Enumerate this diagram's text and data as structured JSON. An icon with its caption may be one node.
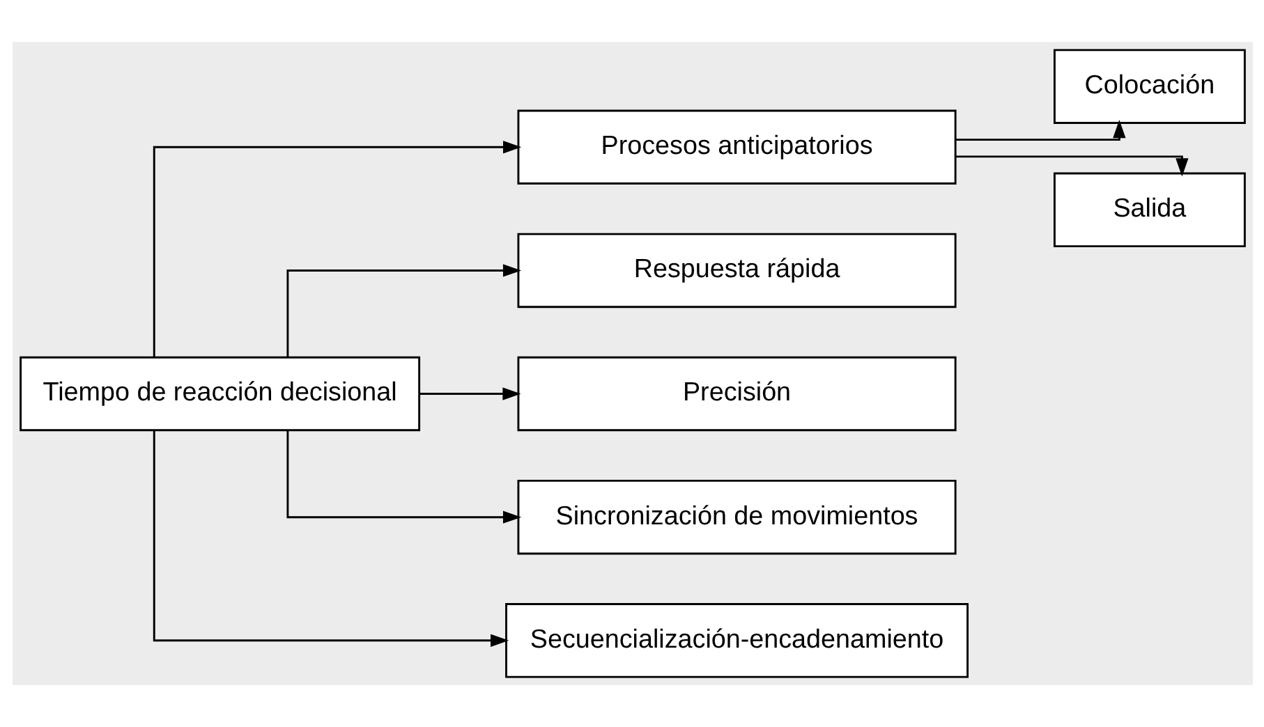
{
  "diagram": {
    "nodes": [
      {
        "text": [
          "Tiempo de reacción decisional"
        ]
      },
      {
        "text": [
          "Procesos anticipatorios"
        ]
      },
      {
        "text": [
          "Respuesta rápida"
        ]
      },
      {
        "text": [
          "Precisión"
        ]
      },
      {
        "text": [
          "Sincronización de movimientos"
        ]
      },
      {
        "text": [
          "Secuencialización-encadenamiento"
        ]
      },
      {
        "text": [
          "Colocación"
        ]
      },
      {
        "text": [
          "Salida"
        ]
      }
    ],
    "edges": [
      {
        "from": 0,
        "to": 1,
        "arrow": "to"
      },
      {
        "from": 0,
        "to": 2,
        "arrow": "to"
      },
      {
        "from": 0,
        "to": 3,
        "arrow": "to"
      },
      {
        "from": 0,
        "to": 4,
        "arrow": "to"
      },
      {
        "from": 0,
        "to": 5,
        "arrow": "to"
      },
      {
        "from": 1,
        "to": 6,
        "arrow": "to"
      },
      {
        "from": 1,
        "to": 7,
        "arrow": "to"
      }
    ]
  }
}
